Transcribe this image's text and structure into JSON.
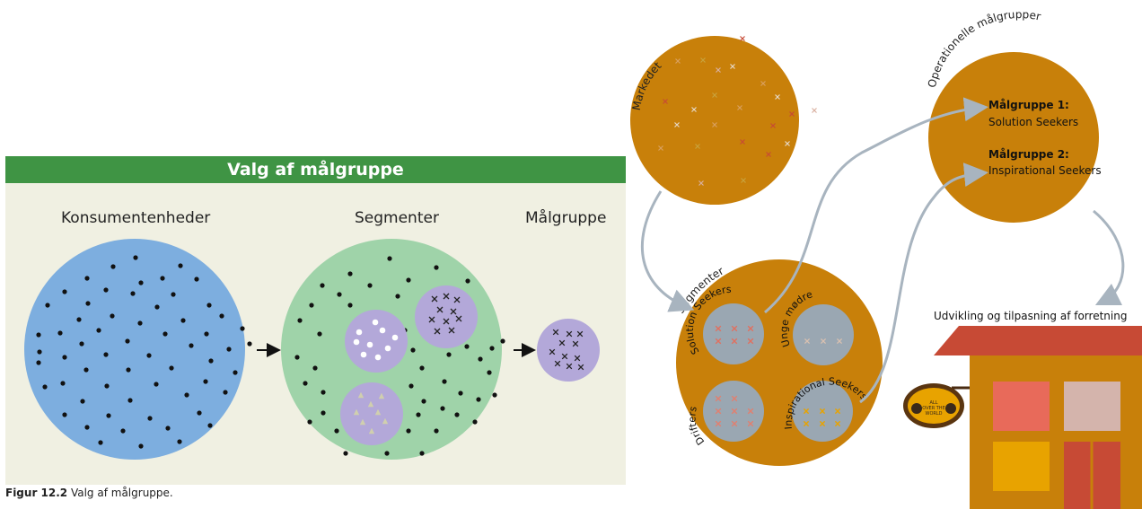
{
  "left_panel": {
    "title": "Valg af målgruppe",
    "col_labels": [
      "Konsumentenheder",
      "Segmenter",
      "Målgruppe"
    ]
  },
  "caption": {
    "prefix": "Figur 12.2",
    "text": " Valg af målgruppe."
  },
  "right_panel": {
    "markedet": "Markedet",
    "operationelle": "Operationelle målgrupper",
    "group1_title": "Målgruppe 1:",
    "group1_name": "Solution Seekers",
    "group2_title": "Målgruppe 2:",
    "group2_name": "Inspirational Seekers",
    "segmenter": "Segmenter",
    "segments": [
      "Solution Seekers",
      "Unge mødre",
      "Drifters",
      "Inspirational Seekers"
    ],
    "shop_title": "Udvikling og tilpasning af forretning",
    "sign_lines": [
      "ALL",
      "OVER THE",
      "WORLD"
    ]
  },
  "colors": {
    "green": "#3f9444",
    "beige": "#f0f0e2",
    "blue": "#7daedf",
    "light_green": "#9fd3a9",
    "lavender": "#b3a8d9",
    "orange": "#c8800a",
    "grey_blue": "#9aa7b2",
    "red_roof": "#c74a35"
  }
}
